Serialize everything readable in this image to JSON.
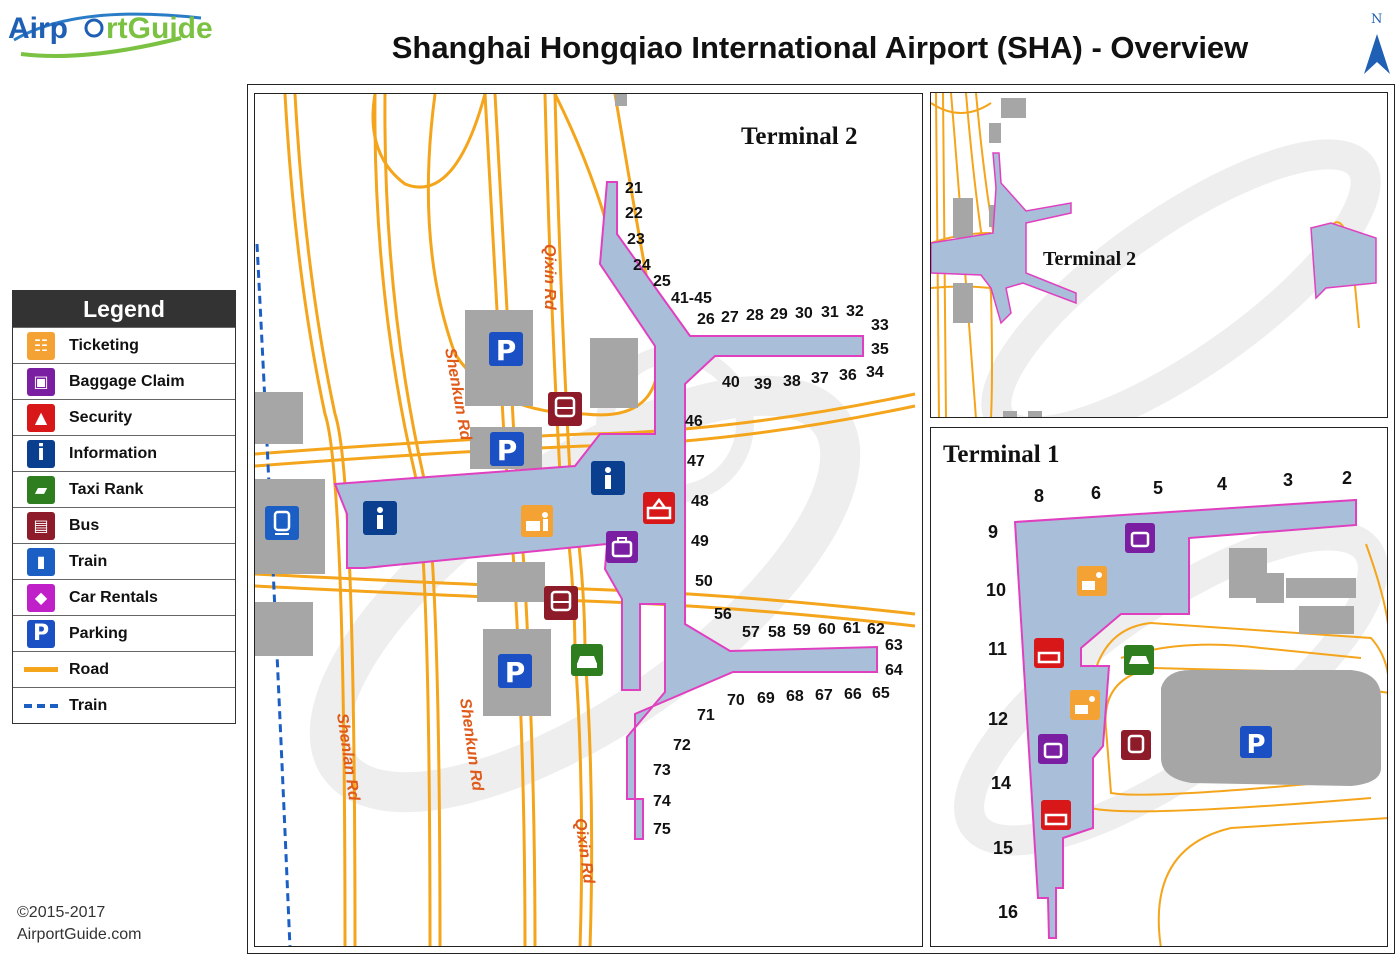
{
  "header": {
    "logo_text_1": "Airp",
    "logo_text_2": "rtGuide",
    "title": "Shanghai Hongqiao International Airport (SHA) - Overview",
    "north_label": "N"
  },
  "legend": {
    "title": "Legend",
    "items": [
      {
        "label": "Ticketing",
        "icon": "ticketing-icon",
        "color": "#f4a234"
      },
      {
        "label": "Baggage Claim",
        "icon": "baggage-icon",
        "color": "#7b1fa2"
      },
      {
        "label": "Security",
        "icon": "security-icon",
        "color": "#d81818"
      },
      {
        "label": "Information",
        "icon": "information-icon",
        "color": "#0a3f8f"
      },
      {
        "label": "Taxi Rank",
        "icon": "taxi-icon",
        "color": "#2e7d1e"
      },
      {
        "label": "Bus",
        "icon": "bus-icon",
        "color": "#8e1b2a"
      },
      {
        "label": "Train",
        "icon": "train-icon",
        "color": "#1b5fc4"
      },
      {
        "label": "Car Rentals",
        "icon": "car-rental-icon",
        "color": "#c020c8"
      },
      {
        "label": "Parking",
        "icon": "parking-icon",
        "color": "#1b4fc4"
      },
      {
        "label": "Road",
        "icon": "road-line",
        "color": "#f4a51c"
      },
      {
        "label": "Train",
        "icon": "train-line",
        "color": "#1b5fc4"
      }
    ]
  },
  "main_map": {
    "terminal_label": "Terminal 2",
    "roads": [
      "Qixin Rd",
      "Shenkun Rd",
      "Shenlan Rd",
      "Shenkun Rd",
      "Qixin Rd"
    ],
    "gates_north": [
      "21",
      "22",
      "23",
      "24",
      "25",
      "41-45",
      "26",
      "27",
      "28",
      "29",
      "30",
      "31",
      "32",
      "33",
      "35",
      "34",
      "36",
      "37",
      "38",
      "39",
      "40"
    ],
    "gates_middle": [
      "46",
      "47",
      "48",
      "49",
      "50",
      "56"
    ],
    "gates_south": [
      "57",
      "58",
      "59",
      "60",
      "61",
      "62",
      "63",
      "64",
      "65",
      "66",
      "67",
      "68",
      "69",
      "70",
      "71",
      "72",
      "73",
      "74",
      "75"
    ],
    "parking_label": "P"
  },
  "inset_t2": {
    "terminal_label": "Terminal 2"
  },
  "inset_t1": {
    "terminal_label": "Terminal 1",
    "gates": [
      "8",
      "6",
      "5",
      "4",
      "3",
      "2",
      "9",
      "10",
      "11",
      "12",
      "14",
      "15",
      "16"
    ],
    "parking_label": "P"
  },
  "colors": {
    "terminal_fill": "#a9bfd9",
    "terminal_outline": "#e040c0",
    "road": "#f4a51c",
    "building": "#a6a6a6"
  },
  "footer": {
    "copyright_1": "©2015-2017",
    "copyright_2": "AirportGuide.com"
  }
}
